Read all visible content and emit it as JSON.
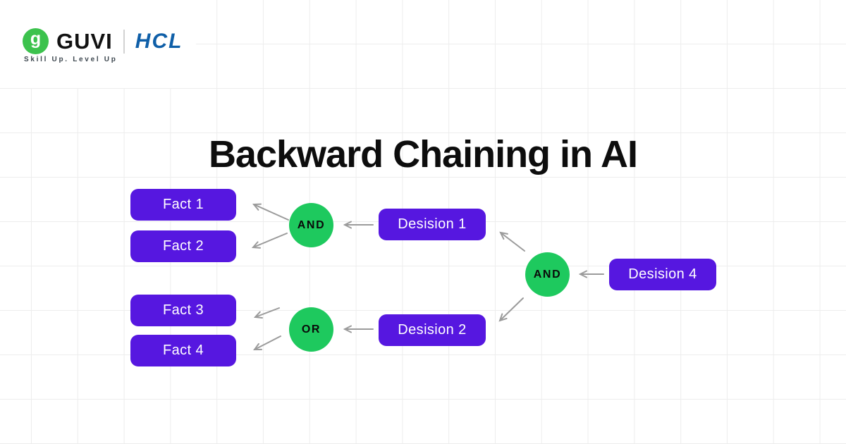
{
  "header": {
    "guvi_label": "GUVI",
    "guvi_glyph": "g",
    "hcl_label": "HCL",
    "tagline": "Skill Up. Level Up"
  },
  "title": "Backward Chaining in AI",
  "diagram": {
    "facts": [
      {
        "label": "Fact 1"
      },
      {
        "label": "Fact 2"
      },
      {
        "label": "Fact 3"
      },
      {
        "label": "Fact 4"
      }
    ],
    "gates": [
      {
        "label": "AND"
      },
      {
        "label": "OR"
      },
      {
        "label": "AND"
      }
    ],
    "decisions": [
      {
        "label": "Desision 1"
      },
      {
        "label": "Desision 2"
      },
      {
        "label": "Desision 4"
      }
    ]
  },
  "colors": {
    "node_purple": "#5617e0",
    "gate_green": "#1ec95e",
    "logo_green": "#3cc24d",
    "hcl_blue": "#0f5fa8",
    "arrow_gray": "#9b9b9b",
    "grid_gray": "#ededed",
    "title_black": "#0d0d0d"
  }
}
